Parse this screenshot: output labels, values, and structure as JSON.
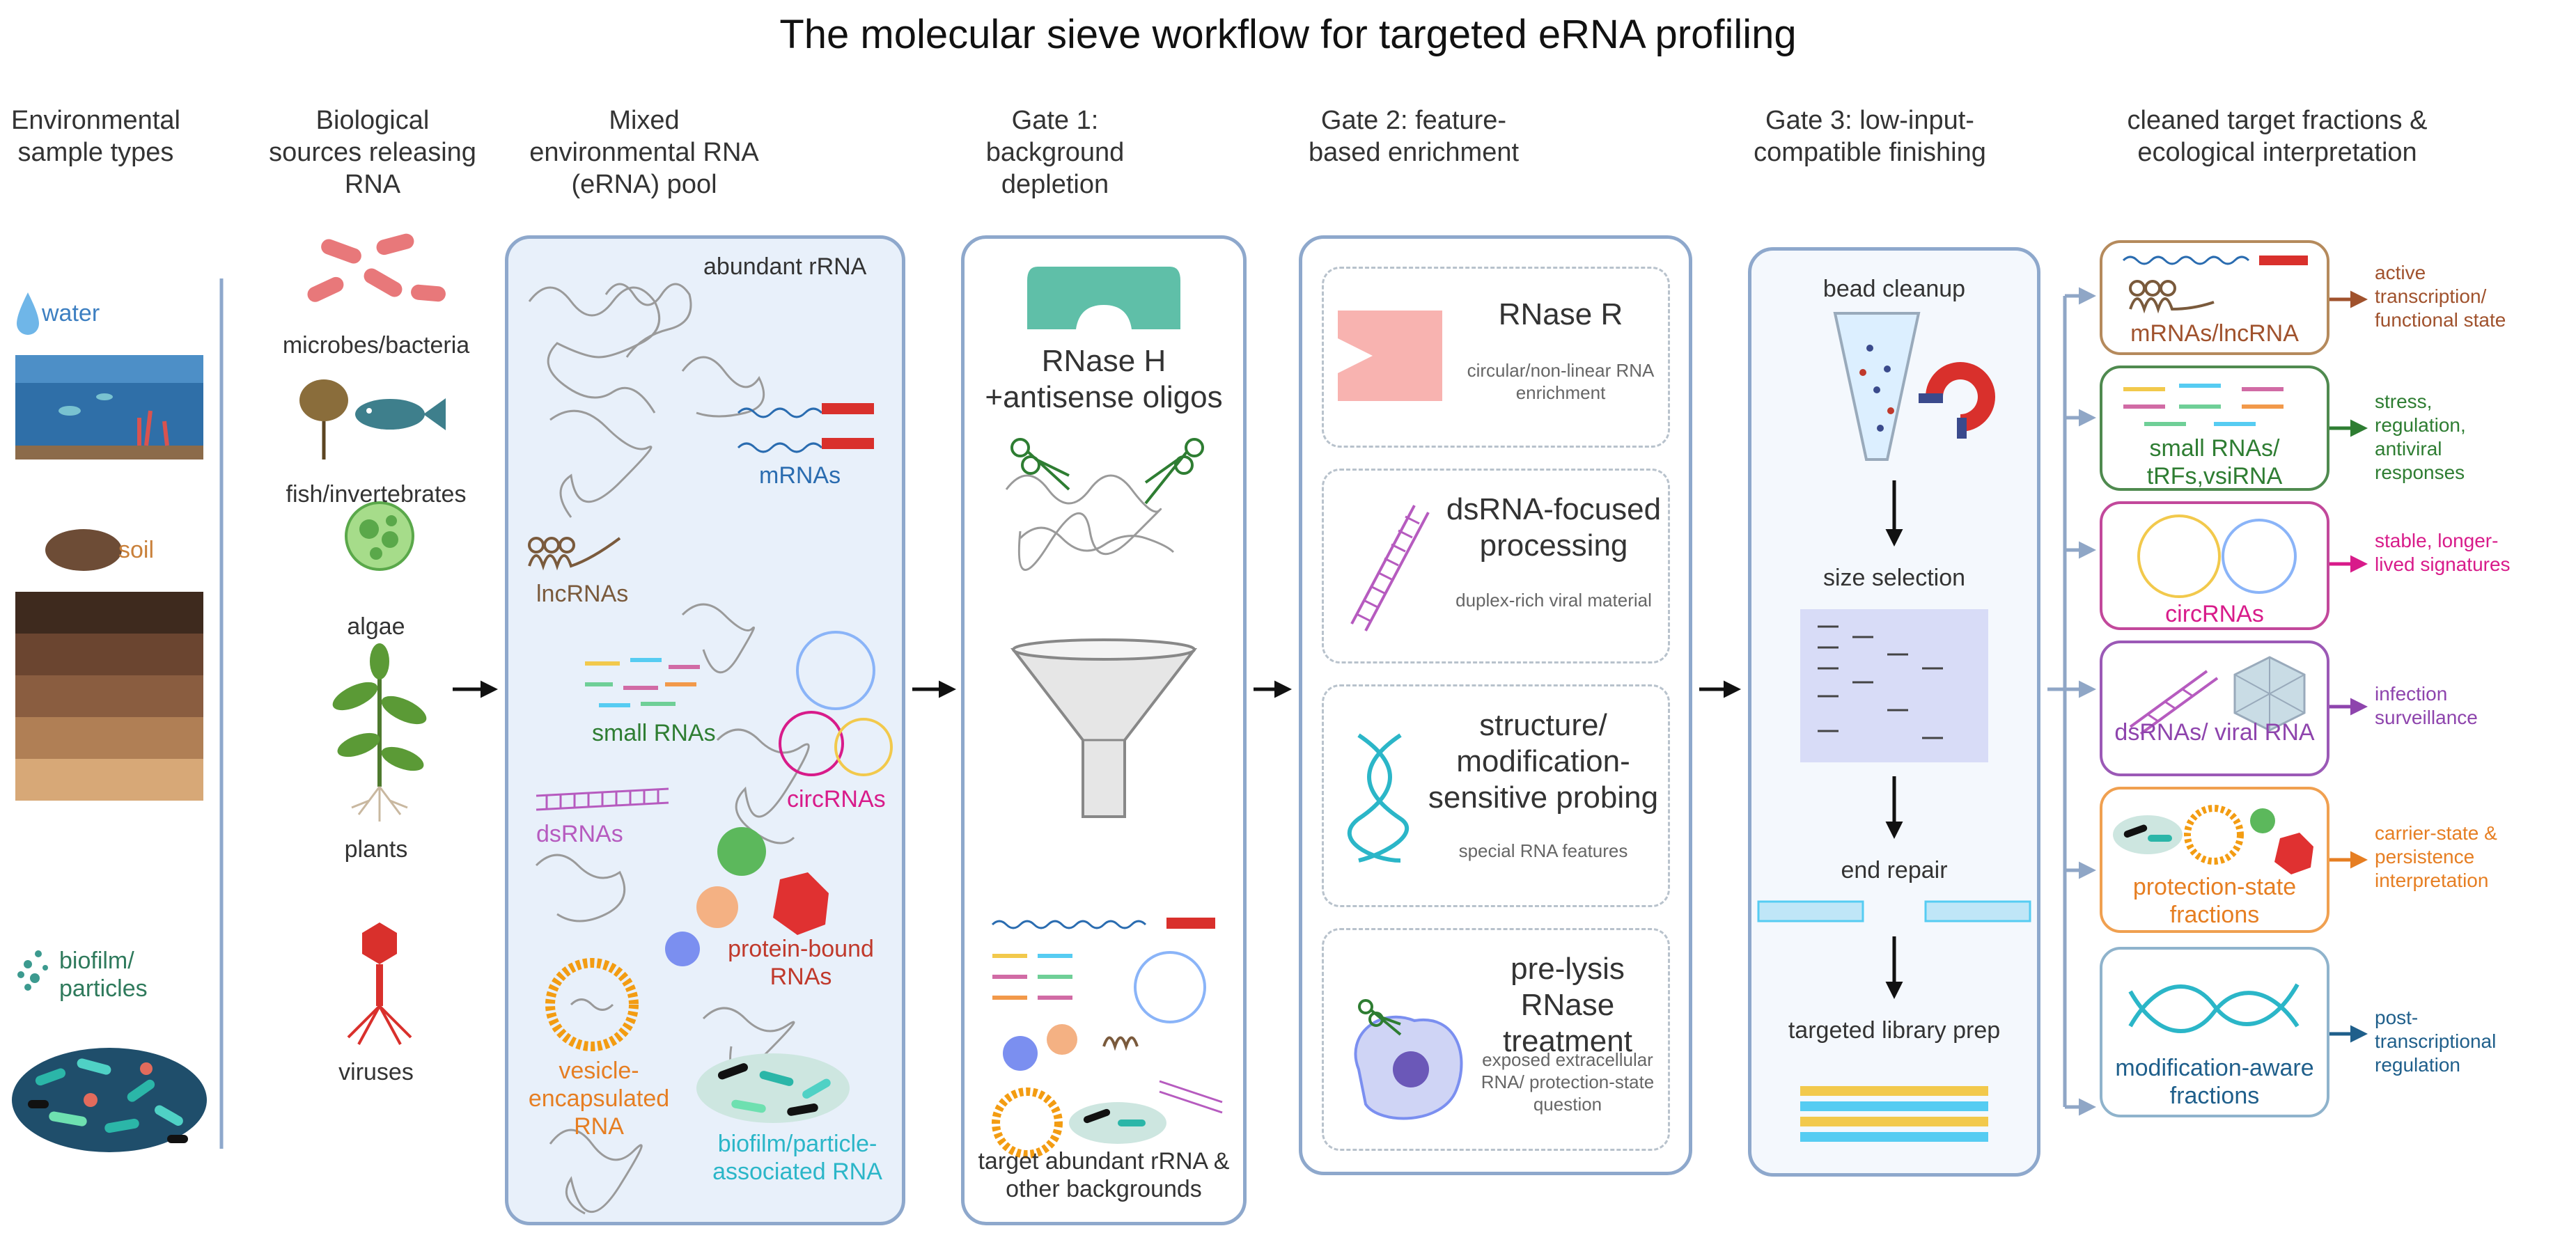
{
  "title": "The molecular sieve workflow for targeted eRNA profiling",
  "columns": {
    "sample_types": "Environmental sample types",
    "sources": "Biological sources releasing RNA",
    "pool": "Mixed environmental RNA (eRNA) pool",
    "gate1": "Gate 1: background depletion",
    "gate2": "Gate 2: feature-based enrichment",
    "gate3": "Gate 3: low-input-compatible finishing",
    "outputs": "cleaned target fractions & ecological interpretation"
  },
  "samples": {
    "water": "water",
    "soil": "soil",
    "biofilm": "biofilm/ particles"
  },
  "sources": [
    "microbes/bacteria",
    "fish/invertebrates",
    "algae",
    "plants",
    "viruses"
  ],
  "pool": {
    "rrna": "abundant rRNA",
    "mrna": "mRNAs",
    "lncrna": "lncRNAs",
    "small": "small RNAs",
    "circ": "circRNAs",
    "ds": "dsRNAs",
    "protein": "protein-bound RNAs",
    "vesicle": "vesicle-encapsulated RNA",
    "biofilm": "biofilm/particle-associated RNA"
  },
  "gate1": {
    "reagent": "RNase H +antisense oligos",
    "target": "target abundant rRNA & other backgrounds"
  },
  "gate2": [
    {
      "title": "RNase R",
      "desc": "circular/non-linear RNA enrichment"
    },
    {
      "title": "dsRNA-focused processing",
      "desc": "duplex-rich viral material"
    },
    {
      "title": "structure/ modification-sensitive probing",
      "desc": "special RNA features"
    },
    {
      "title": "pre-lysis RNase treatment",
      "desc": "exposed extracellular RNA/ protection-state question"
    }
  ],
  "gate3": [
    "bead cleanup",
    "size selection",
    "end repair",
    "targeted library prep"
  ],
  "outputs": [
    {
      "label": "mRNAs/lncRNA",
      "interp": "active transcription/ functional state",
      "color": "#a0522d"
    },
    {
      "label": "small RNAs/ tRFs,vsiRNA",
      "interp": "stress, regulation, antiviral responses",
      "color": "#2e7d32"
    },
    {
      "label": "circRNAs",
      "interp": "stable, longer-lived signatures",
      "color": "#d81b8a"
    },
    {
      "label": "dsRNAs/ viral RNA",
      "interp": "infection surveillance",
      "color": "#8e44ad"
    },
    {
      "label": "protection-state fractions",
      "interp": "carrier-state & persistence interpretation",
      "color": "#e67e22"
    },
    {
      "label": "modification-aware fractions",
      "interp": "post-transcriptional regulation",
      "color": "#1f5f8b"
    }
  ],
  "colors": {
    "panel_border": "#8ea8cc",
    "pool_bg": "#e8f0fa",
    "arrow": "#111111",
    "fan_arrow": "#8fa6c6",
    "rnase_r": "#f8b3b0",
    "rnase_h": "#5fbfa8"
  }
}
